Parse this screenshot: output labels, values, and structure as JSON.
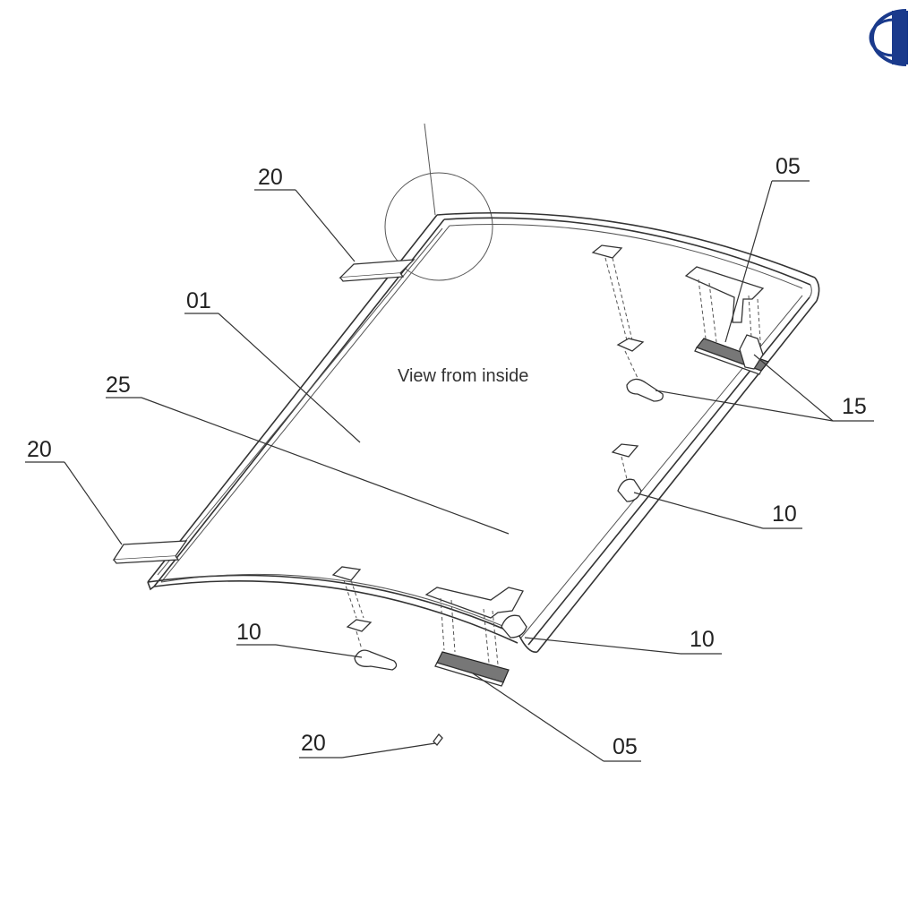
{
  "view_caption": "View from inside",
  "labels": {
    "l20_top": "20",
    "l01": "01",
    "l25": "25",
    "l20_left": "20",
    "l10_bottom_left": "10",
    "l20_bottom": "20",
    "l05_bottom": "05",
    "l10_bottom_right": "10",
    "l10_right": "10",
    "l15": "15",
    "l05_top": "05"
  },
  "colors": {
    "logo": "#1a3a8c",
    "line": "#333333"
  }
}
